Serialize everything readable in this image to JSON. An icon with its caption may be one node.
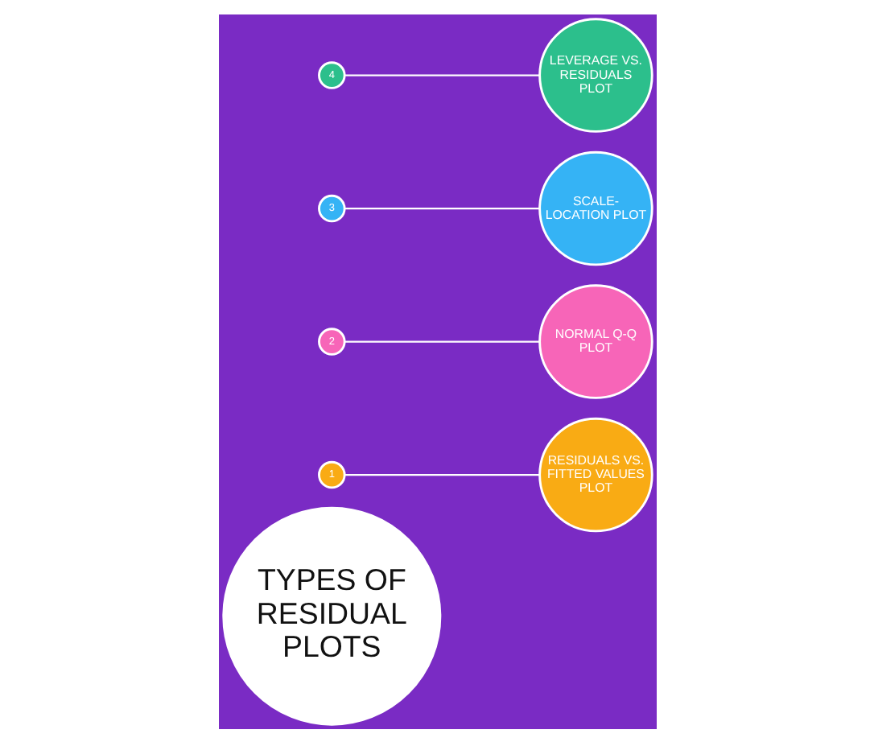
{
  "diagram": {
    "nodes": [
      {
        "text": [
          "TYPES OF RESIDUAL PLOTS"
        ]
      },
      {
        "text": [
          "1"
        ]
      },
      {
        "text": [
          "RESIDUALS VS. FITTED VALUES PLOT"
        ]
      },
      {
        "text": [
          "2"
        ]
      },
      {
        "text": [
          "NORMAL Q-Q PLOT"
        ]
      },
      {
        "text": [
          "3"
        ]
      },
      {
        "text": [
          "SCALE- LOCATION PLOT"
        ]
      },
      {
        "text": [
          "4"
        ]
      },
      {
        "text": [
          "LEVERAGE VS. RESIDUALS PLOT"
        ]
      }
    ],
    "edges": [
      {
        "from": 1,
        "to": 2,
        "arrow": "none"
      },
      {
        "from": 3,
        "to": 4,
        "arrow": "none"
      },
      {
        "from": 5,
        "to": 6,
        "arrow": "none"
      },
      {
        "from": 7,
        "to": 8,
        "arrow": "none"
      }
    ]
  }
}
